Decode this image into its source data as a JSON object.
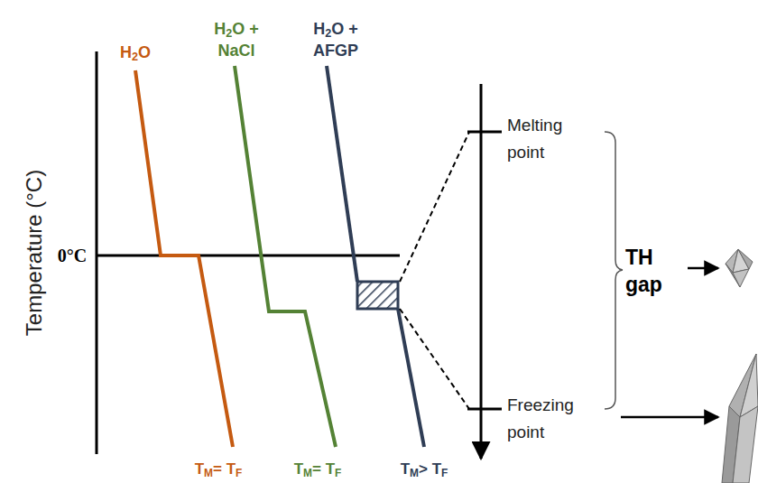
{
  "diagram": {
    "labels": [
      "Temperature (°C)",
      "0°C",
      "H2O",
      "H2O + NaCl",
      "H2O + AFGP",
      "TM= TF",
      "TM= TF",
      "TM> TF",
      "Melting point",
      "Freezing point",
      "TH gap"
    ]
  }
}
